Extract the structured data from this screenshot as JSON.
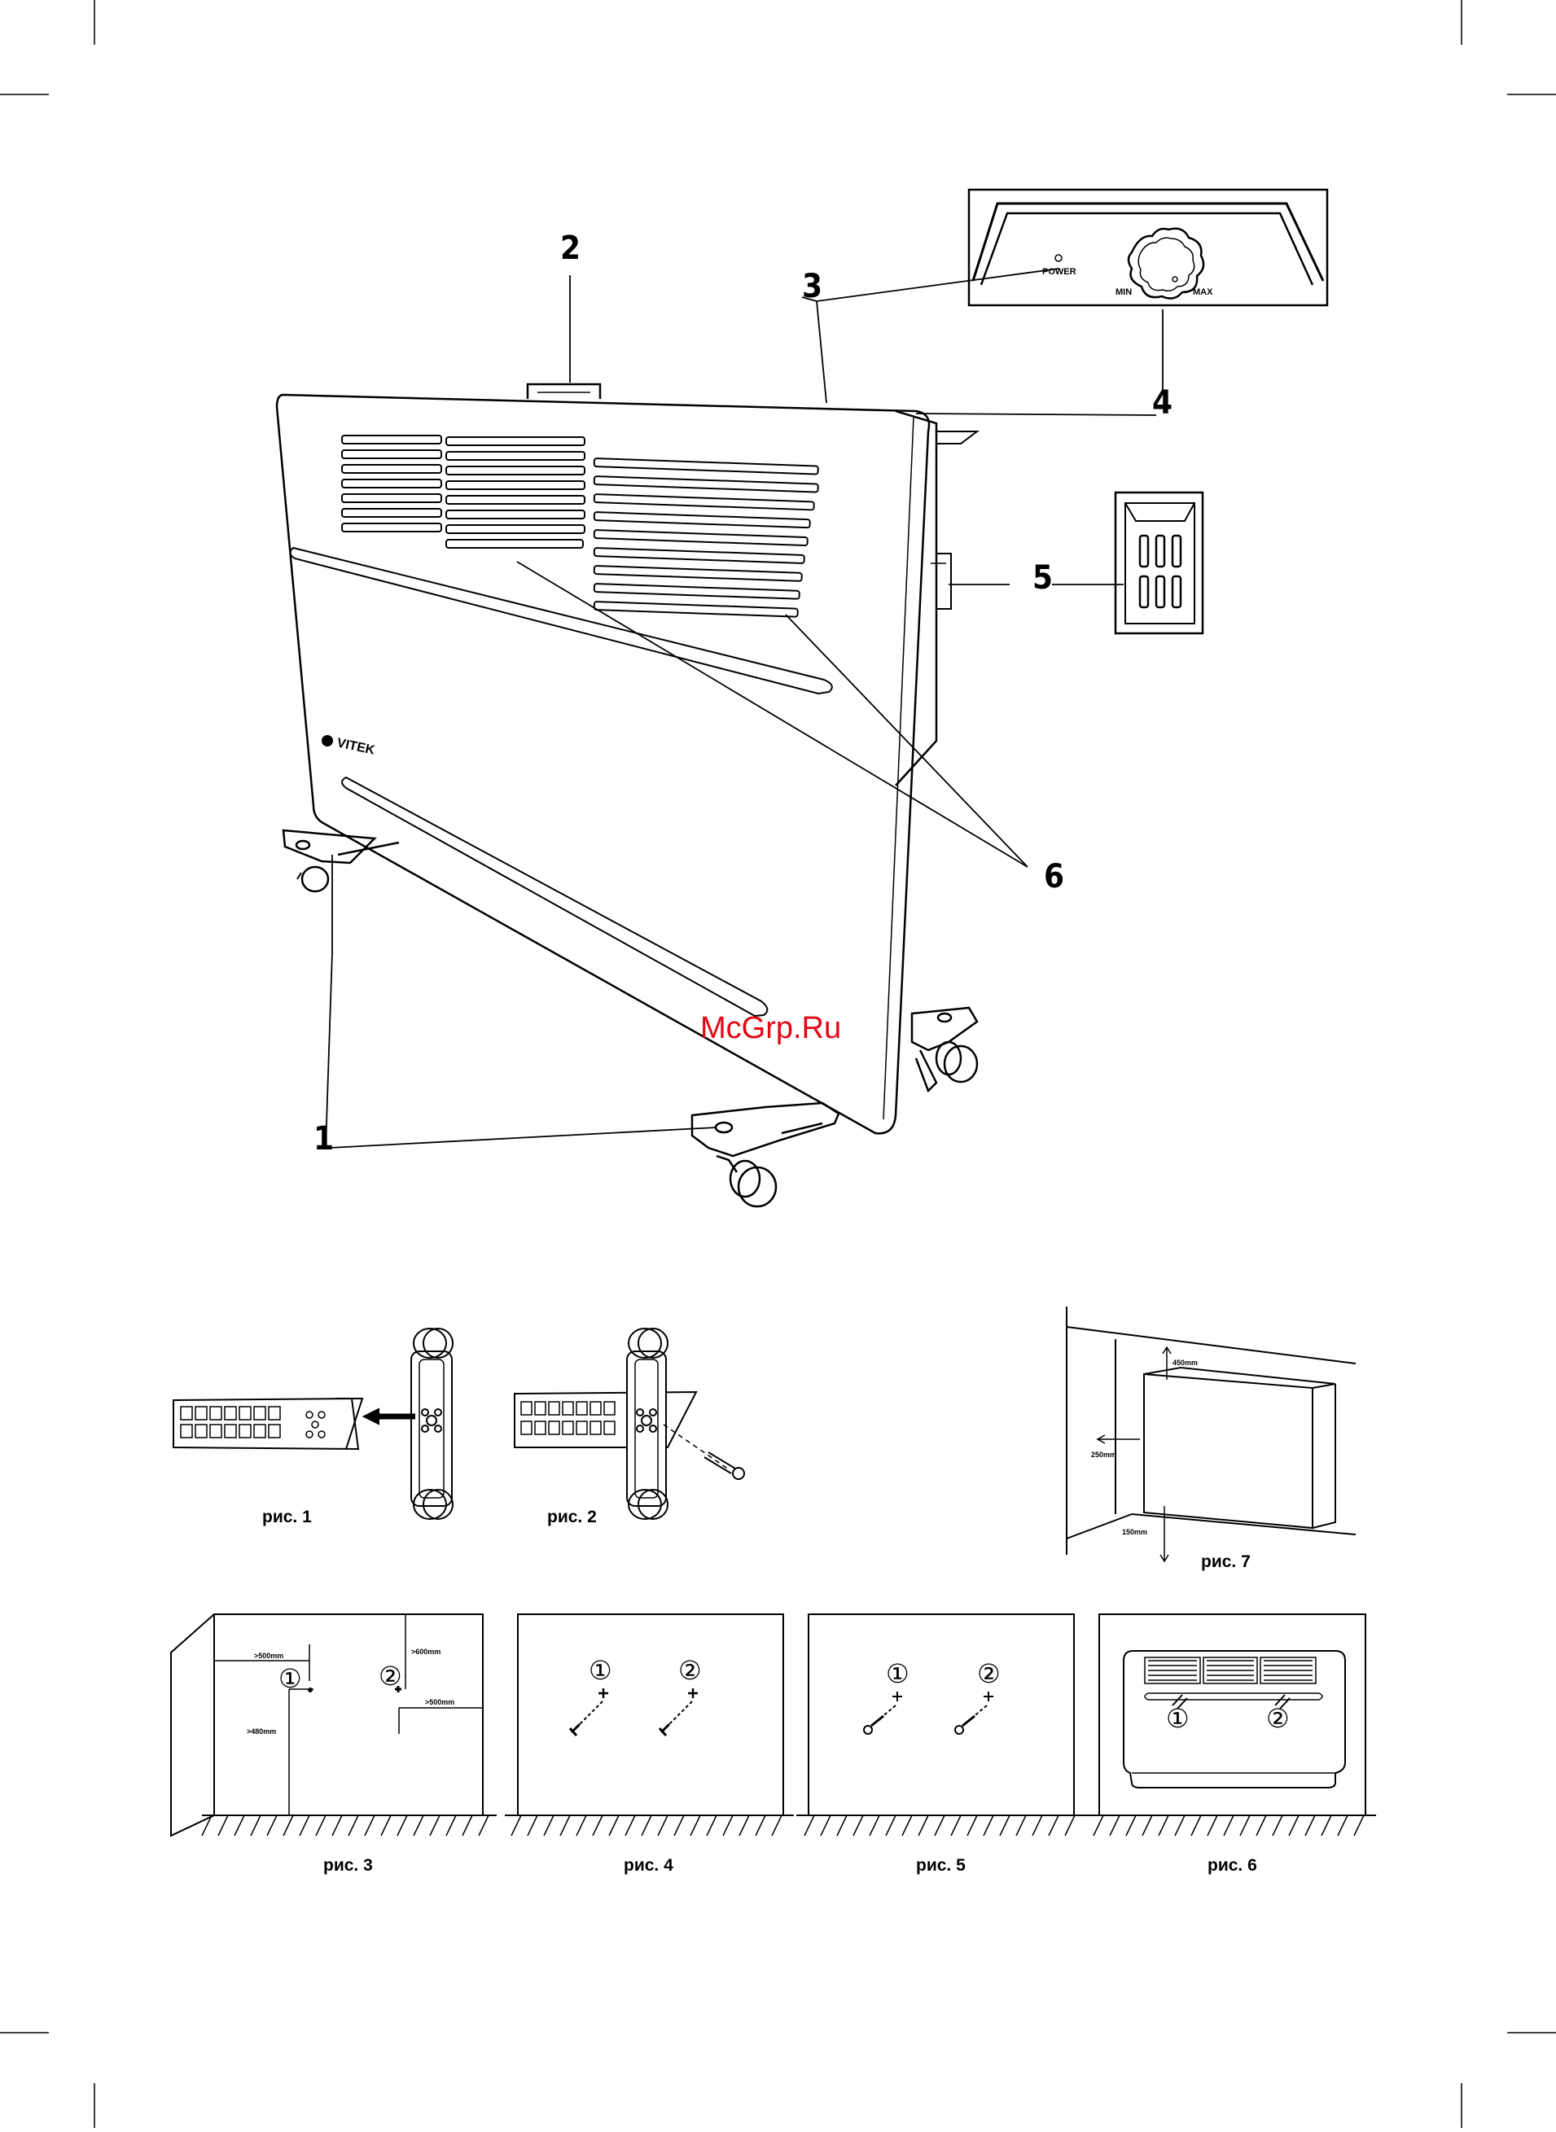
{
  "callouts": [
    "1",
    "2",
    "3",
    "4",
    "5",
    "6"
  ],
  "control_panel": {
    "power_label": "POWER",
    "min_label": "MIN",
    "max_label": "MAX"
  },
  "brand": "VITEK",
  "watermark": "McGrp.Ru",
  "figures": {
    "fig1": "рис. 1",
    "fig2": "рис. 2",
    "fig3": "рис. 3",
    "fig4": "рис. 4",
    "fig5": "рис. 5",
    "fig6": "рис. 6",
    "fig7": "рис. 7"
  },
  "fig3_dims": {
    "d1": ">500mm",
    "d2": ">600mm",
    "d3": ">500mm",
    "d4": ">480mm"
  },
  "fig7_dims": {
    "top": "450mm",
    "side": "250mm",
    "bottom": "150mm"
  },
  "markers": {
    "m1": "①",
    "m2": "②"
  }
}
